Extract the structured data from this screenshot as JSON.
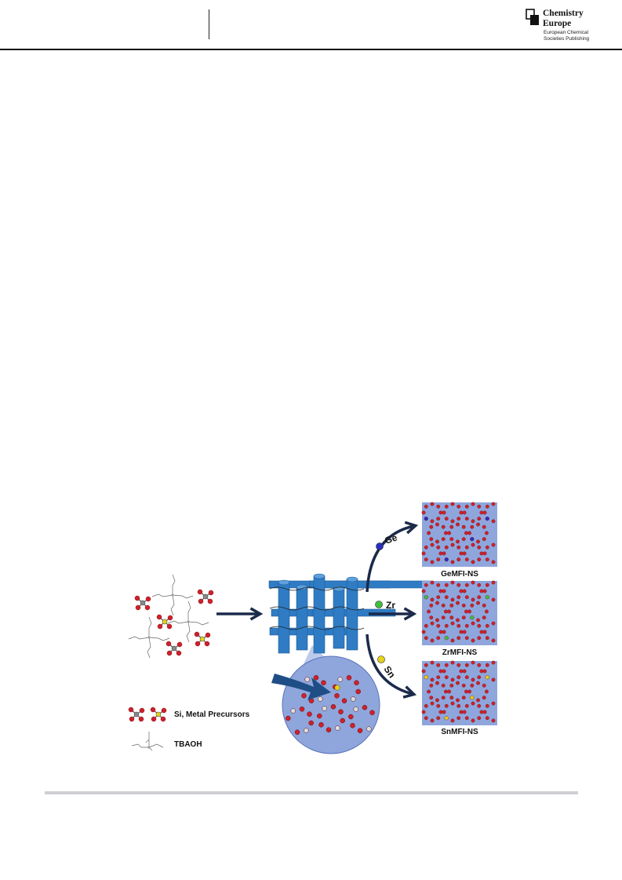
{
  "header": {
    "logo_line1": "Chemistry",
    "logo_line2": "Europe",
    "logo_sub1": "European Chemical",
    "logo_sub2": "Societies Publishing"
  },
  "figure": {
    "legend_precursors": "Si, Metal Precursors",
    "legend_tbaoh": "TBAOH",
    "routes": [
      {
        "metal": "Ge",
        "product": "GeMFI-NS",
        "color": "#2a2fc2"
      },
      {
        "metal": "Zr",
        "product": "ZrMFI-NS",
        "color": "#3fbf3f"
      },
      {
        "metal": "Sn",
        "product": "SnMFI-NS",
        "color": "#e6d21a"
      }
    ]
  },
  "colors": {
    "arrow": "#1b2a4a",
    "framework": "#2f7cc4",
    "panel": "#8fa6dc",
    "oxygen": "#d0202a",
    "footer_rule": "#cfcfd4"
  }
}
